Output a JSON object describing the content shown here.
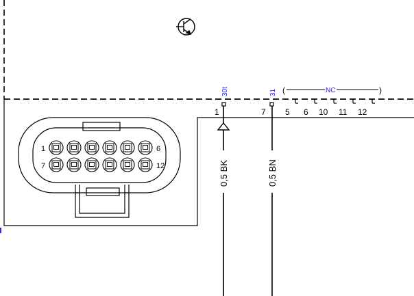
{
  "component": {
    "connector_pin_labels": {
      "top_left": "1",
      "top_right": "6",
      "bottom_left": "7",
      "bottom_right": "12"
    },
    "transistor_symbol": "transistor-icon"
  },
  "harness": {
    "pins": [
      {
        "number": "1",
        "signal": "30t",
        "wire": "0,5 BK"
      },
      {
        "number": "7",
        "signal": "31",
        "wire": "0,5 BN"
      },
      {
        "number": "5"
      },
      {
        "number": "6"
      },
      {
        "number": "10"
      },
      {
        "number": "11"
      },
      {
        "number": "12"
      }
    ],
    "nc_label": "NC",
    "nc_bracket_open": "(",
    "nc_bracket_close": ")"
  },
  "colors": {
    "line": "#000000",
    "signal_label": "#2a2ad0"
  }
}
